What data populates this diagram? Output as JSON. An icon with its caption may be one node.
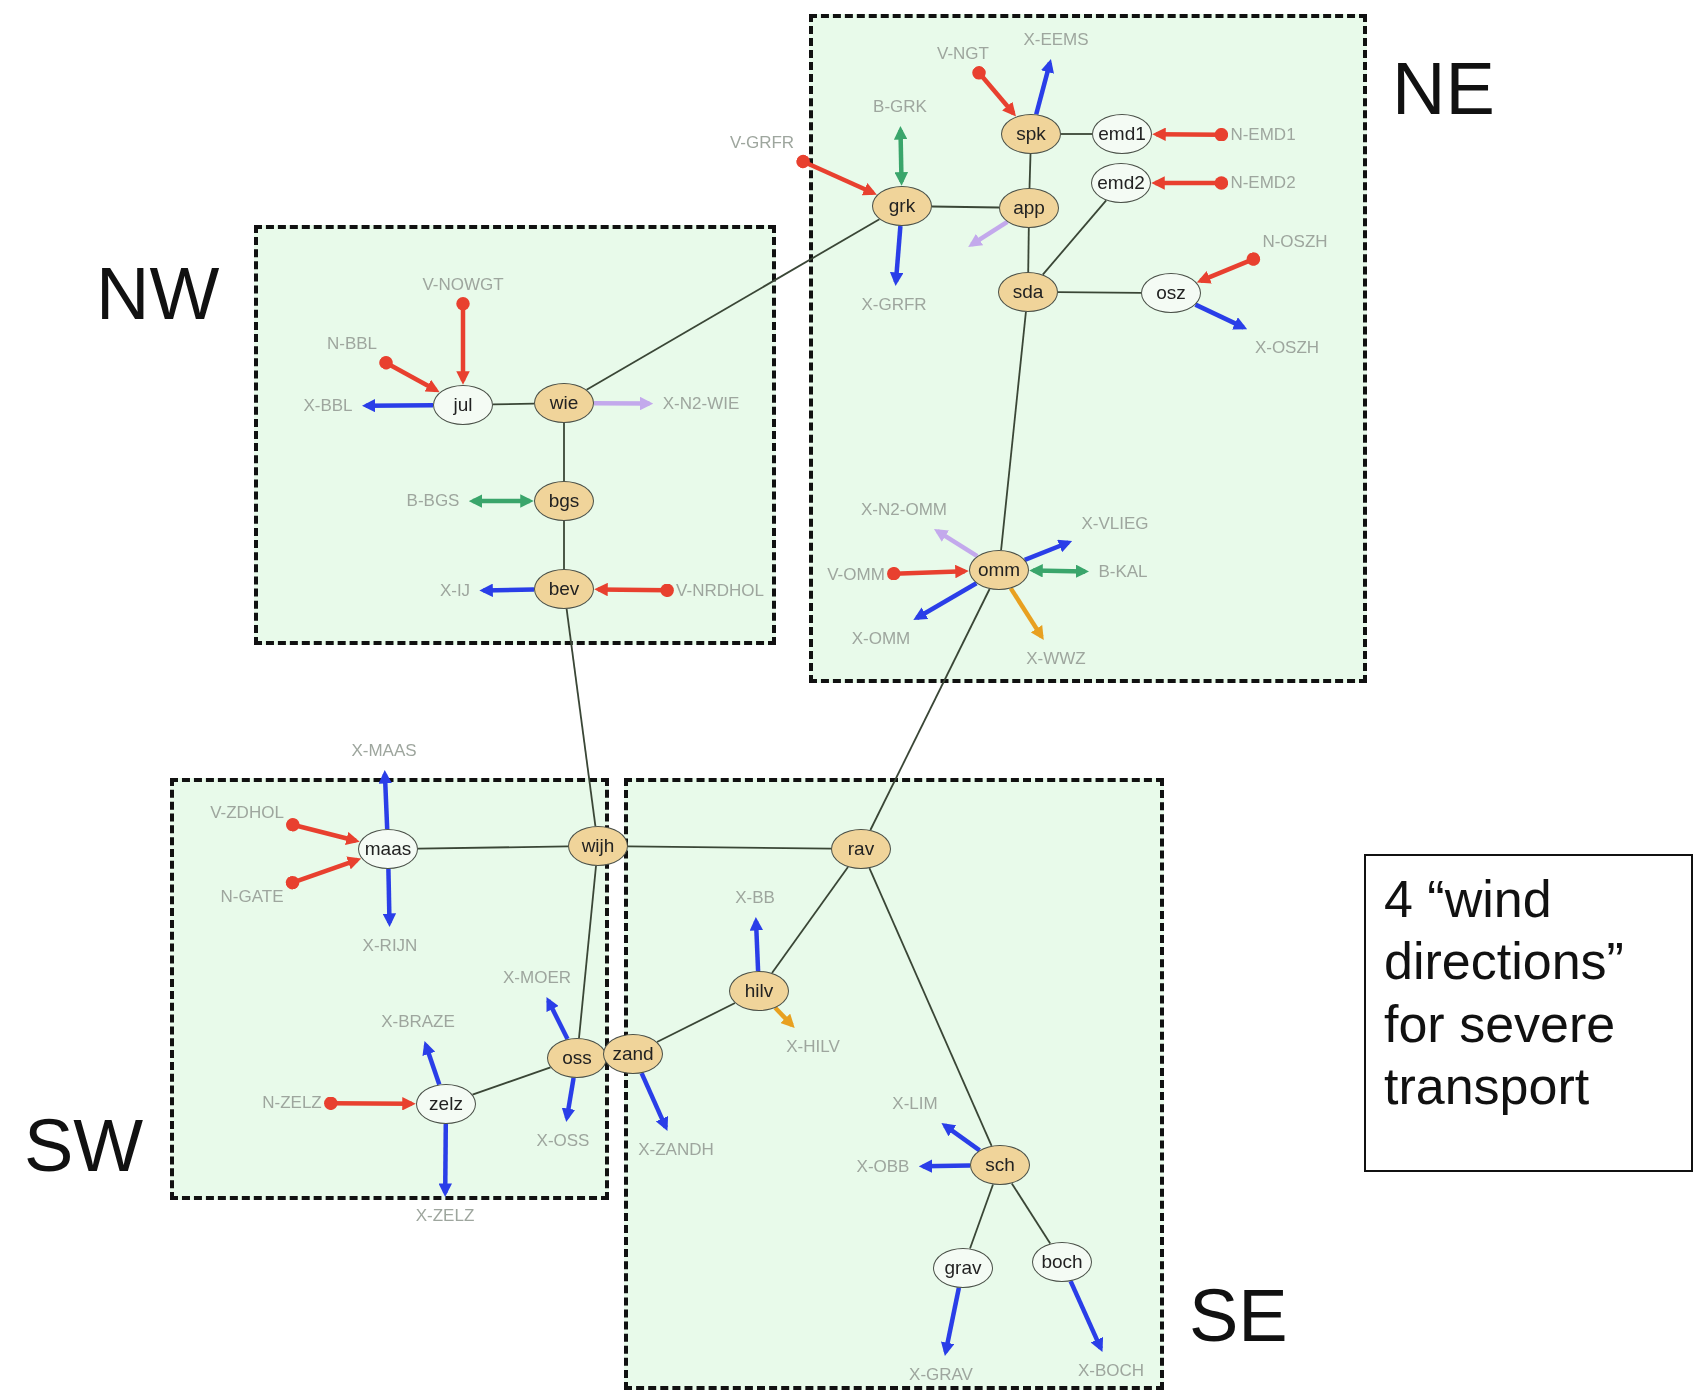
{
  "diagram": {
    "nodes": [
      {
        "text": [
          "NW"
        ]
      },
      {
        "text": [
          "jul"
        ],
        "in": 0
      },
      {
        "text": [
          "wie"
        ],
        "in": 0
      },
      {
        "text": [
          "bgs"
        ],
        "in": 0
      },
      {
        "text": [
          "bev"
        ],
        "in": 0
      },
      {
        "text": [
          "V-NOWGT"
        ],
        "in": 0
      },
      {
        "text": [
          "N-BBL"
        ],
        "in": 0
      },
      {
        "text": [
          "X-BBL"
        ],
        "in": 0
      },
      {
        "text": [
          "X-N2-WIE"
        ],
        "in": 0
      },
      {
        "text": [
          "B-BGS"
        ],
        "in": 0
      },
      {
        "text": [
          "X-IJ"
        ],
        "in": 0
      },
      {
        "text": [
          "V-NRDHOL"
        ],
        "in": 0
      },
      {
        "text": [
          "NE"
        ]
      },
      {
        "text": [
          "spk"
        ],
        "in": 12
      },
      {
        "text": [
          "grk"
        ],
        "in": 12
      },
      {
        "text": [
          "app"
        ],
        "in": 12
      },
      {
        "text": [
          "emd1"
        ],
        "in": 12
      },
      {
        "text": [
          "emd2"
        ],
        "in": 12
      },
      {
        "text": [
          "sda"
        ],
        "in": 12
      },
      {
        "text": [
          "osz"
        ],
        "in": 12
      },
      {
        "text": [
          "omm"
        ],
        "in": 12
      },
      {
        "text": [
          "V-NGT"
        ],
        "in": 12
      },
      {
        "text": [
          "X-EEMS"
        ],
        "in": 12
      },
      {
        "text": [
          "B-GRK"
        ],
        "in": 12
      },
      {
        "text": [
          "N-EMD1"
        ],
        "in": 12
      },
      {
        "text": [
          "N-EMD2"
        ],
        "in": 12
      },
      {
        "text": [
          "X-GRFR"
        ],
        "in": 12
      },
      {
        "text": [
          "N-OSZH"
        ],
        "in": 12
      },
      {
        "text": [
          "X-OSZH"
        ],
        "in": 12
      },
      {
        "text": [
          "X-N2-OMM"
        ],
        "in": 12
      },
      {
        "text": [
          "X-VLIEG"
        ],
        "in": 12
      },
      {
        "text": [
          "V-OMM"
        ],
        "in": 12
      },
      {
        "text": [
          "B-KAL"
        ],
        "in": 12
      },
      {
        "text": [
          "X-OMM"
        ],
        "in": 12
      },
      {
        "text": [
          "X-WWZ"
        ],
        "in": 12
      },
      {
        "text": [
          "V-GRFR"
        ]
      },
      {
        "text": [
          "SW"
        ]
      },
      {
        "text": [
          "maas"
        ],
        "in": 36
      },
      {
        "text": [
          "oss"
        ],
        "in": 36
      },
      {
        "text": [
          "zelz"
        ],
        "in": 36
      },
      {
        "text": [
          "V-ZDHOL"
        ],
        "in": 36
      },
      {
        "text": [
          "N-GATE"
        ],
        "in": 36
      },
      {
        "text": [
          "X-RIJN"
        ],
        "in": 36
      },
      {
        "text": [
          "X-MOER"
        ],
        "in": 36
      },
      {
        "text": [
          "X-BRAZE"
        ],
        "in": 36
      },
      {
        "text": [
          "N-ZELZ"
        ],
        "in": 36
      },
      {
        "text": [
          "X-OSS"
        ],
        "in": 36
      },
      {
        "text": [
          "X-MAAS"
        ]
      },
      {
        "text": [
          "X-ZELZ"
        ]
      },
      {
        "text": [
          "wijh"
        ]
      },
      {
        "text": [
          "zand"
        ]
      },
      {
        "text": [
          "SE"
        ]
      },
      {
        "text": [
          "rav"
        ],
        "in": 51
      },
      {
        "text": [
          "hilv"
        ],
        "in": 51
      },
      {
        "text": [
          "sch"
        ],
        "in": 51
      },
      {
        "text": [
          "grav"
        ],
        "in": 51
      },
      {
        "text": [
          "boch"
        ],
        "in": 51
      },
      {
        "text": [
          "X-BB"
        ],
        "in": 51
      },
      {
        "text": [
          "X-HILV"
        ],
        "in": 51
      },
      {
        "text": [
          "X-ZANDH"
        ],
        "in": 51
      },
      {
        "text": [
          "X-LIM"
        ],
        "in": 51
      },
      {
        "text": [
          "X-OBB"
        ],
        "in": 51
      },
      {
        "text": [
          "X-GRAV"
        ],
        "in": 51
      },
      {
        "text": [
          "X-BOCH"
        ],
        "in": 51
      },
      {
        "text": [
          "4 “wind directions” for severe transport"
        ]
      }
    ],
    "edges": [
      {
        "from": 1,
        "to": 2,
        "arrow": "none"
      },
      {
        "from": 2,
        "to": 3,
        "arrow": "none"
      },
      {
        "from": 3,
        "to": 4,
        "arrow": "none"
      },
      {
        "from": 2,
        "to": 14,
        "arrow": "none"
      },
      {
        "from": 14,
        "to": 15,
        "arrow": "none"
      },
      {
        "from": 13,
        "to": 15,
        "arrow": "none"
      },
      {
        "from": 13,
        "to": 16,
        "arrow": "none"
      },
      {
        "from": 15,
        "to": 18,
        "arrow": "none"
      },
      {
        "from": 18,
        "to": 17,
        "arrow": "none"
      },
      {
        "from": 18,
        "to": 19,
        "arrow": "none"
      },
      {
        "from": 18,
        "to": 20,
        "arrow": "none"
      },
      {
        "from": 20,
        "to": 52,
        "arrow": "none"
      },
      {
        "from": 4,
        "to": 49,
        "arrow": "none"
      },
      {
        "from": 49,
        "to": 37,
        "arrow": "none"
      },
      {
        "from": 49,
        "to": 52,
        "arrow": "none"
      },
      {
        "from": 49,
        "to": 38,
        "arrow": "none"
      },
      {
        "from": 38,
        "to": 39,
        "arrow": "none"
      },
      {
        "from": 50,
        "to": 53,
        "arrow": "none"
      },
      {
        "from": 53,
        "to": 52,
        "arrow": "none"
      },
      {
        "from": 52,
        "to": 54,
        "arrow": "none"
      },
      {
        "from": 54,
        "to": 55,
        "arrow": "none"
      },
      {
        "from": 54,
        "to": 56,
        "arrow": "none"
      },
      {
        "from": 6,
        "to": 1,
        "arrow": "to",
        "color": "#e8402f"
      },
      {
        "from": 5,
        "to": 1,
        "arrow": "to",
        "color": "#e8402f"
      },
      {
        "from": 1,
        "to": 7,
        "arrow": "to",
        "color": "#2a3ee8"
      },
      {
        "from": 2,
        "to": 8,
        "arrow": "to",
        "color": "#c3a9ec"
      },
      {
        "from": 3,
        "to": 9,
        "arrow": "both",
        "color": "#3aa56b"
      },
      {
        "from": 4,
        "to": 10,
        "arrow": "to",
        "color": "#2a3ee8"
      },
      {
        "from": 11,
        "to": 4,
        "arrow": "to",
        "color": "#e8402f"
      },
      {
        "from": 21,
        "to": 13,
        "arrow": "to",
        "color": "#e8402f"
      },
      {
        "from": 13,
        "to": 22,
        "arrow": "to",
        "color": "#2a3ee8"
      },
      {
        "from": 35,
        "to": 14,
        "arrow": "to",
        "color": "#e8402f"
      },
      {
        "from": 14,
        "to": 23,
        "arrow": "both",
        "color": "#3aa56b"
      },
      {
        "from": 14,
        "to": 26,
        "arrow": "to",
        "color": "#2a3ee8"
      },
      {
        "from": 15,
        "to": null,
        "arrow": "to",
        "color": "#c3a9ec"
      },
      {
        "from": 24,
        "to": 16,
        "arrow": "to",
        "color": "#e8402f"
      },
      {
        "from": 25,
        "to": 17,
        "arrow": "to",
        "color": "#e8402f"
      },
      {
        "from": 27,
        "to": 19,
        "arrow": "to",
        "color": "#e8402f"
      },
      {
        "from": 19,
        "to": 28,
        "arrow": "to",
        "color": "#2a3ee8"
      },
      {
        "from": 20,
        "to": 29,
        "arrow": "to",
        "color": "#c3a9ec"
      },
      {
        "from": 20,
        "to": 30,
        "arrow": "to",
        "color": "#2a3ee8"
      },
      {
        "from": 31,
        "to": 20,
        "arrow": "to",
        "color": "#e8402f"
      },
      {
        "from": 20,
        "to": 32,
        "arrow": "both",
        "color": "#3aa56b"
      },
      {
        "from": 20,
        "to": 33,
        "arrow": "to",
        "color": "#2a3ee8"
      },
      {
        "from": 20,
        "to": 34,
        "arrow": "to",
        "color": "#e8a020"
      },
      {
        "from": 37,
        "to": 47,
        "arrow": "to",
        "color": "#2a3ee8"
      },
      {
        "from": 40,
        "to": 37,
        "arrow": "to",
        "color": "#e8402f"
      },
      {
        "from": 41,
        "to": 37,
        "arrow": "to",
        "color": "#e8402f"
      },
      {
        "from": 37,
        "to": 42,
        "arrow": "to",
        "color": "#2a3ee8"
      },
      {
        "from": 38,
        "to": 43,
        "arrow": "to",
        "color": "#2a3ee8"
      },
      {
        "from": 38,
        "to": 46,
        "arrow": "to",
        "color": "#2a3ee8"
      },
      {
        "from": 39,
        "to": 44,
        "arrow": "to",
        "color": "#2a3ee8"
      },
      {
        "from": 45,
        "to": 39,
        "arrow": "to",
        "color": "#e8402f"
      },
      {
        "from": 39,
        "to": 48,
        "arrow": "to",
        "color": "#2a3ee8"
      },
      {
        "from": 50,
        "to": 59,
        "arrow": "to",
        "color": "#2a3ee8"
      },
      {
        "from": 53,
        "to": 57,
        "arrow": "to",
        "color": "#2a3ee8"
      },
      {
        "from": 53,
        "to": 58,
        "arrow": "to",
        "color": "#e8a020"
      },
      {
        "from": 54,
        "to": 60,
        "arrow": "to",
        "color": "#2a3ee8"
      },
      {
        "from": 54,
        "to": 61,
        "arrow": "to",
        "color": "#2a3ee8"
      },
      {
        "from": 55,
        "to": 62,
        "arrow": "to",
        "color": "#2a3ee8"
      },
      {
        "from": 56,
        "to": 63,
        "arrow": "to",
        "color": "#2a3ee8"
      }
    ]
  }
}
